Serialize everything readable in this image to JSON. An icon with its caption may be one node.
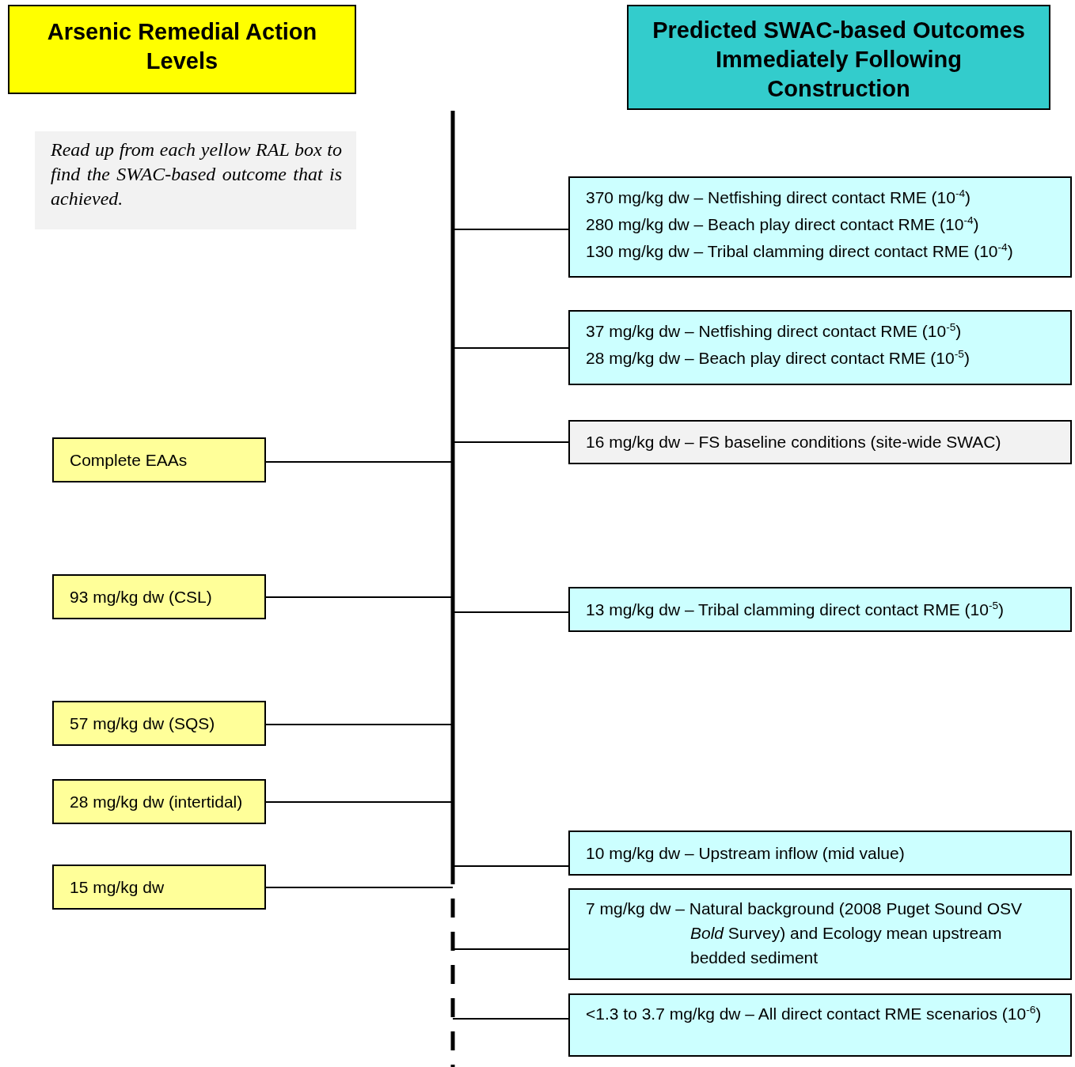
{
  "diagram": {
    "nodes": [
      {
        "text": [
          "Arsenic Remedial Action Levels"
        ]
      },
      {
        "text": [
          "Predicted SWAC-based Outcomes Immediately Following Construction"
        ]
      },
      {
        "text": [
          "Read up from each yellow RAL box to find the SWAC-based outcome that is achieved."
        ]
      },
      {
        "text": [],
        "shape": "bar"
      },
      {
        "text": [
          "370 mg/kg dw – Netfishing direct contact RME (10$^{-4}$)",
          "280 mg/kg dw – Beach play direct contact RME (10$^{-4}$)",
          "130 mg/kg dw – Tribal clamming direct contact RME (10$^{-4}$)"
        ]
      },
      {
        "text": [
          "37 mg/kg dw – Netfishing direct contact RME (10$^{-5}$)",
          "28 mg/kg dw – Beach play direct contact RME (10$^{-5}$)"
        ]
      },
      {
        "text": [
          "16 mg/kg dw – FS baseline conditions (site-wide SWAC)"
        ]
      },
      {
        "text": [
          "Complete EAAs"
        ]
      },
      {
        "text": [
          "93 mg/kg dw (CSL)"
        ]
      },
      {
        "text": [
          "13 mg/kg dw – Tribal clamming direct contact RME (10$^{-5}$)"
        ]
      },
      {
        "text": [
          "57 mg/kg dw (SQS)"
        ]
      },
      {
        "text": [
          "28 mg/kg dw (intertidal)"
        ]
      },
      {
        "text": [
          "10 mg/kg dw – Upstream inflow (mid value)"
        ]
      },
      {
        "text": [
          "15 mg/kg dw"
        ]
      },
      {
        "text": [
          "7 mg/kg dw – Natural background (2008 Puget Sound OSV *Bold* Survey) and Ecology mean upstream bedded sediment"
        ]
      },
      {
        "text": [
          "<1.3 to 3.7 mg/kg dw – All direct contact RME scenarios (10$^{-6}$)"
        ]
      }
    ],
    "edges": [
      {
        "from": 4,
        "to": 3,
        "arrow": "none"
      },
      {
        "from": 5,
        "to": 3,
        "arrow": "none"
      },
      {
        "from": 6,
        "to": 3,
        "arrow": "none"
      },
      {
        "from": 7,
        "to": 3,
        "arrow": "none"
      },
      {
        "from": 8,
        "to": 3,
        "arrow": "none"
      },
      {
        "from": 9,
        "to": 3,
        "arrow": "none"
      },
      {
        "from": 10,
        "to": 3,
        "arrow": "none"
      },
      {
        "from": 11,
        "to": 3,
        "arrow": "none"
      },
      {
        "from": 12,
        "to": 3,
        "arrow": "none"
      },
      {
        "from": 13,
        "to": 3,
        "arrow": "none"
      },
      {
        "from": 14,
        "to": 3,
        "arrow": "none"
      },
      {
        "from": 15,
        "to": 3,
        "arrow": "none"
      }
    ]
  }
}
